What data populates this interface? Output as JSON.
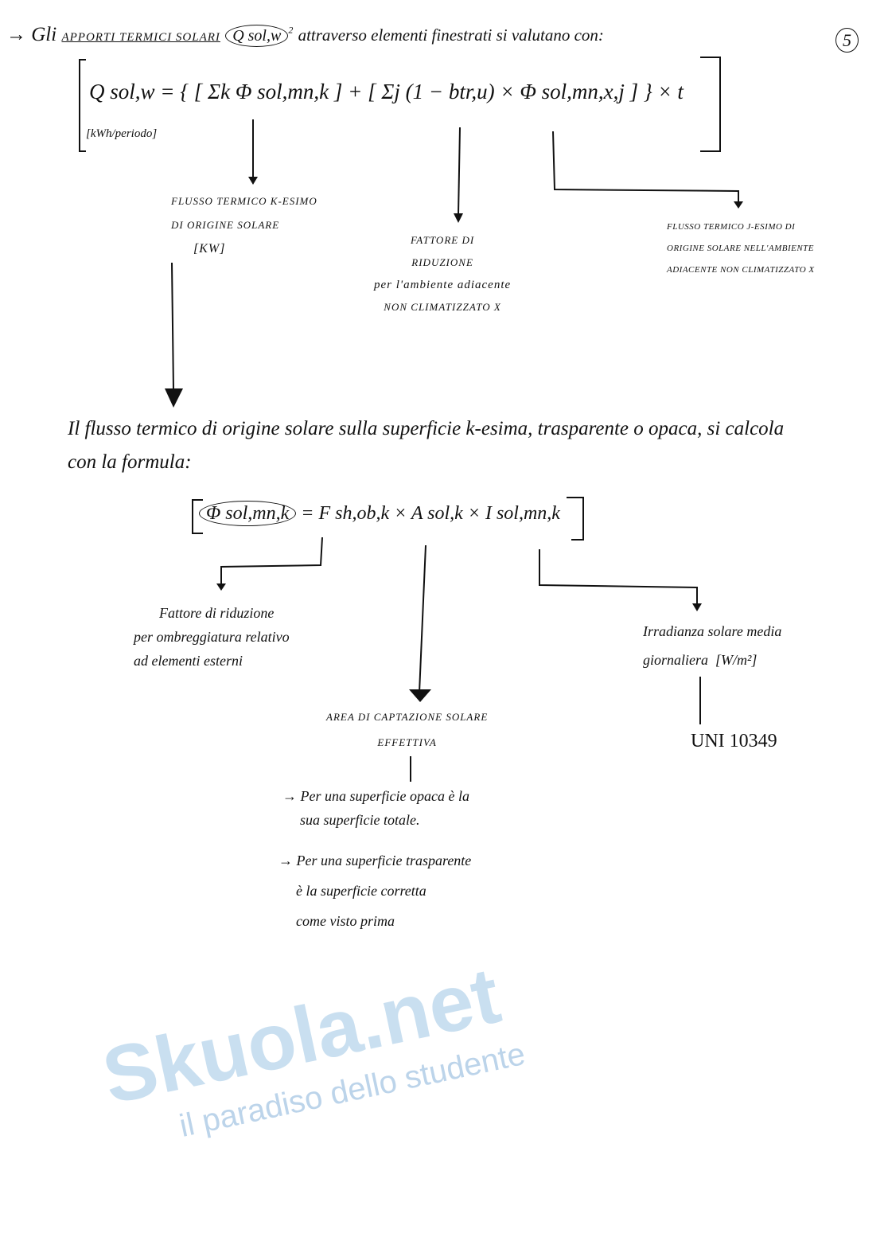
{
  "page_number": "5",
  "watermark": {
    "brand": "Skuola.net",
    "tagline": "il paradiso dello studente"
  },
  "section1": {
    "intro_prefix": "→ Gli",
    "intro_underlined": "apporti termici solari",
    "intro_symbol": "Q sol,w",
    "intro_superscript": "2",
    "intro_suffix": "attraverso elementi finestrati si valutano con:",
    "formula_lhs": "Q sol,w =",
    "formula_unit": "[kWh/periodo]",
    "formula_rhs_part1": "{ [ Σk Φ sol,mn,k ]",
    "formula_rhs_part2": "+ [ Σj (1 − btr,u) × Φ sol,mn,x,j ] } × t",
    "note_k_flux": [
      "Flusso termico k-esimo",
      "di origine solare",
      "[kW]"
    ],
    "note_reduction": [
      "Fattore di",
      "riduzione",
      "per l'ambiente adiacente",
      "non climatizzato x"
    ],
    "note_j_flux": [
      "Flusso termico j-esimo di",
      "origine solare nell'ambiente",
      "adiacente non climatizzato x"
    ]
  },
  "section2": {
    "intro_line1": "Il flusso termico di origine solare sulla superficie k-esima, trasparente o opaca, si calcola",
    "intro_line2": "con la formula:",
    "formula_lhs": "Φ sol,mn,k",
    "formula_rhs": "= F sh,ob,k × A sol,k × I sol,mn,k",
    "note_shading": [
      "Fattore di riduzione",
      "per ombreggiatura relativo",
      "ad elementi esterni"
    ],
    "note_area": [
      "Area di captazione solare",
      "effettiva"
    ],
    "note_irradiance": [
      "Irradianza solare media",
      "giornaliera",
      "[W/m²]"
    ],
    "standard": "UNI 10349",
    "bullets": [
      [
        "→ Per una superficie opaca è la",
        "sua superficie totale."
      ],
      [
        "→ Per una superficie trasparente",
        "è la superficie corretta",
        "come visto prima"
      ]
    ]
  }
}
